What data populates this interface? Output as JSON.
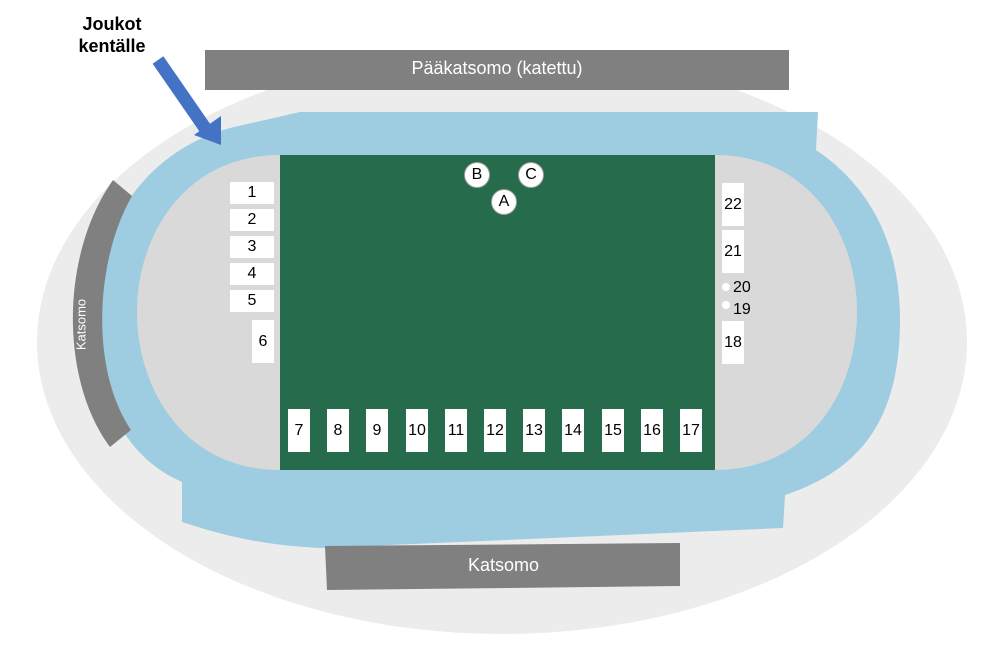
{
  "colors": {
    "outer_ground": "#ececec",
    "track": "#9ecde2",
    "infield": "#d9d9d9",
    "grass": "#266b4c",
    "stand": "#808080",
    "arrow": "#4472c4"
  },
  "entry": {
    "label_line1": "Joukot",
    "label_line2": "kentälle"
  },
  "stands": {
    "main_label": "Pääkatsomo (katettu)",
    "bottom_label": "Katsomo",
    "left_label": "Katsomo"
  },
  "field_markers": {
    "a": "A",
    "b": "B",
    "c": "C"
  },
  "spots_left": [
    "1",
    "2",
    "3",
    "4",
    "5",
    "6"
  ],
  "spots_bottom": [
    "7",
    "8",
    "9",
    "10",
    "11",
    "12",
    "13",
    "14",
    "15",
    "16",
    "17"
  ],
  "spots_right": [
    "18",
    "19",
    "20",
    "21",
    "22"
  ]
}
